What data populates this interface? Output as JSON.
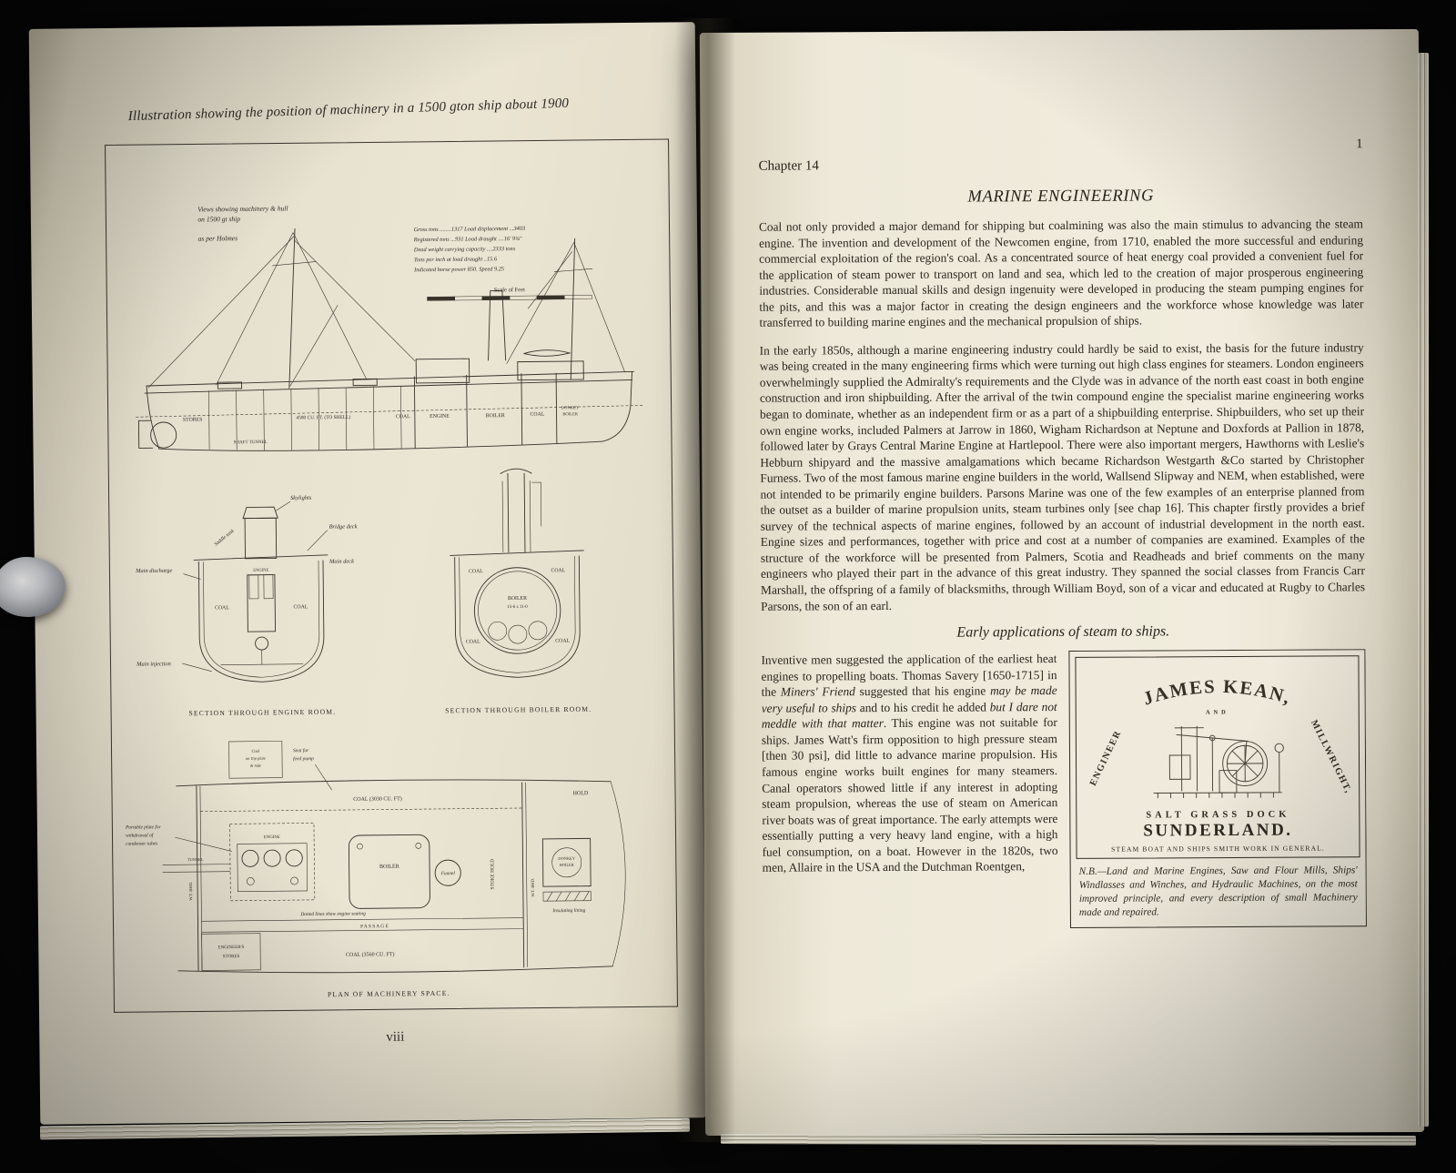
{
  "left_page": {
    "caption": "Illustration showing the position of machinery in a 1500 gton ship about 1900",
    "page_number": "viii",
    "figure": {
      "views_note_1": "Views showing machinery & hull",
      "views_note_2": "on 1500 gt ship",
      "views_note_3": "as per Holmes",
      "specs": [
        "Gross tons ........1317    Load displacement ...3403",
        "Registered tons ...931     Load draught ....16' 9¾\"",
        "Dead weight carrying capacity ....2333 tons",
        "Tons per inch at load draught ..15.6",
        "Indicated horse power 850.   Speed 9.25"
      ],
      "scale_label": "Scale of Feet",
      "elevation": {
        "stores": "STORES",
        "hold_capacity": "4580 CU. FT. (TO SHELL)",
        "coal": "COAL",
        "engine": "ENGINE",
        "boiler": "BOILER",
        "donkey_1": "DONKEY",
        "donkey_2": "BOILER",
        "shaft_tunnel": "SHAFT TUNNEL"
      },
      "engine_section": {
        "skylights": "Skylights",
        "saddle_tank": "Saddle tank",
        "bridge_deck": "Bridge deck",
        "main_deck": "Main deck",
        "main_discharge": "Main discharge",
        "main_injection": "Main injection",
        "coal": "COAL",
        "engine": "ENGINE",
        "caption": "SECTION THROUGH ENGINE ROOM."
      },
      "boiler_section": {
        "coal": "COAL",
        "boiler_1": "BOILER",
        "boiler_2": "15-6 x 11-0",
        "caption": "SECTION THROUGH BOILER ROOM."
      },
      "plan": {
        "box_1": "Coal",
        "box_2": "on Top plate",
        "box_3": "& Side",
        "seat_1": "Seat for",
        "seat_2": "feed pump",
        "coal_top": "COAL (3030 CU. FT)",
        "hold": "HOLD",
        "portable_1": "Portable plate for",
        "portable_2": "withdrawal of",
        "portable_3": "condenser tubes",
        "tunnel": "TUNNEL",
        "engine": "ENGINE",
        "boiler": "BOILER",
        "funnel": "Funnel",
        "stoke_hold": "STOKE  HOLD",
        "donkey_1": "DONKEY",
        "donkey_2": "BOILER",
        "insulating": "Insulating lining",
        "dotted_note": "Dotted lines show engine seating",
        "passage": "P A S S A G E",
        "stores_1": "ENGINEER'S",
        "stores_2": "STORES",
        "coal_bottom": "COAL (3560 CU. FT)",
        "wt_bhd": "W.T. BHD.",
        "caption": "PLAN OF MACHINERY SPACE."
      }
    }
  },
  "right_page": {
    "page_number": "1",
    "chapter_label": "Chapter 14",
    "title": "MARINE ENGINEERING",
    "para1": "Coal not only provided a major demand for shipping but coalmining was also the main stimulus to advancing the steam engine. The invention and development of the Newcomen engine, from 1710, enabled the more successful and enduring commercial exploitation of the region's coal. As a concentrated source of heat energy coal provided a convenient fuel for the application of steam power to transport on land and sea, which led to the creation of major prosperous engineering industries. Considerable manual skills and design ingenuity were developed in producing the steam pumping engines for the pits, and this was a major factor in creating the design engineers and the workforce whose knowledge was later transferred to building marine engines and the mechanical propulsion of ships.",
    "para2": "In the early 1850s, although a marine engineering industry could hardly be said to exist, the basis for the future industry was being created in the many engineering firms which were turning out high class engines for steamers. London engineers overwhelmingly supplied the Admiralty's requirements and the Clyde was in advance of the north east coast in both engine construction and iron shipbuilding. After the arrival of the twin compound engine the specialist marine engineering works began to dominate, whether as an independent firm or as a part of a shipbuilding enterprise. Shipbuilders, who set up their own engine works, included Palmers at Jarrow in 1860, Wigham Richardson at Neptune and Doxfords at Pallion in 1878, followed later by Grays Central Marine Engine at Hartlepool. There were also important mergers, Hawthorns with Leslie's Hebburn shipyard and the massive amalgamations which became Richardson Westgarth &Co started by Christopher Furness. Two of the most famous marine engine builders in the world, Wallsend Slipway and NEM, when established, were not intended to be primarily engine builders. Parsons Marine was one of the few examples of an enterprise planned from the outset as a builder of marine propulsion units, steam turbines only [see chap 16]. This chapter firstly provides a brief survey of the technical aspects of marine engines, followed by an account of industrial development in the north east. Engine sizes and performances, together with price and cost at a number of companies are examined. Examples of the structure of the workforce will be presented from Palmers, Scotia and Readheads and brief comments on the many engineers who played their part in the advance of this great industry. They spanned the social classes from Francis Carr Marshall, the offspring of a family of blacksmiths, through William Boyd, son of a vicar and educated at Rugby to Charles Parsons, the son of an earl.",
    "subheading": "Early applications of steam to ships.",
    "para3_segments": [
      {
        "t": "Inventive men suggested the application of the earliest heat engines to propelling boats. Thomas Savery [1650-1715] in the "
      },
      {
        "t": "Miners' Friend",
        "i": true
      },
      {
        "t": " suggested that his engine "
      },
      {
        "t": "may be made very useful to ships",
        "i": true
      },
      {
        "t": " and to his credit he added "
      },
      {
        "t": "but I dare not meddle with that matter",
        "i": true
      },
      {
        "t": ". This engine was not suitable for ships. James Watt's firm opposition to high pressure steam [then 30 psi], did little to advance marine propulsion. His famous engine works built engines for many steamers. Canal operators showed little if any interest in adopting steam propulsion, whereas the use of steam on American river boats was of great importance. The early attempts were essentially putting a very heavy land engine, with a high fuel consumption, on a boat. However in the 1820s, two men, Allaire in the USA and the Dutchman Roentgen,"
      }
    ],
    "advert": {
      "name_arc": "JAMES KEAN,",
      "and": "AND",
      "engineer": "ENGINEER",
      "millwright": "MILLWRIGHT,",
      "dock": "SALT GRASS DOCK",
      "city": "SUNDERLAND.",
      "tagline": "STEAM BOAT AND SHIPS SMITH WORK IN GENERAL.",
      "nb": "N.B.—Land and Marine Engines, Saw and Flour Mills, Ships' Windlasses and Winches, and Hydraulic Machines, on the most improved principle, and every description of small Machinery made and repaired."
    }
  }
}
